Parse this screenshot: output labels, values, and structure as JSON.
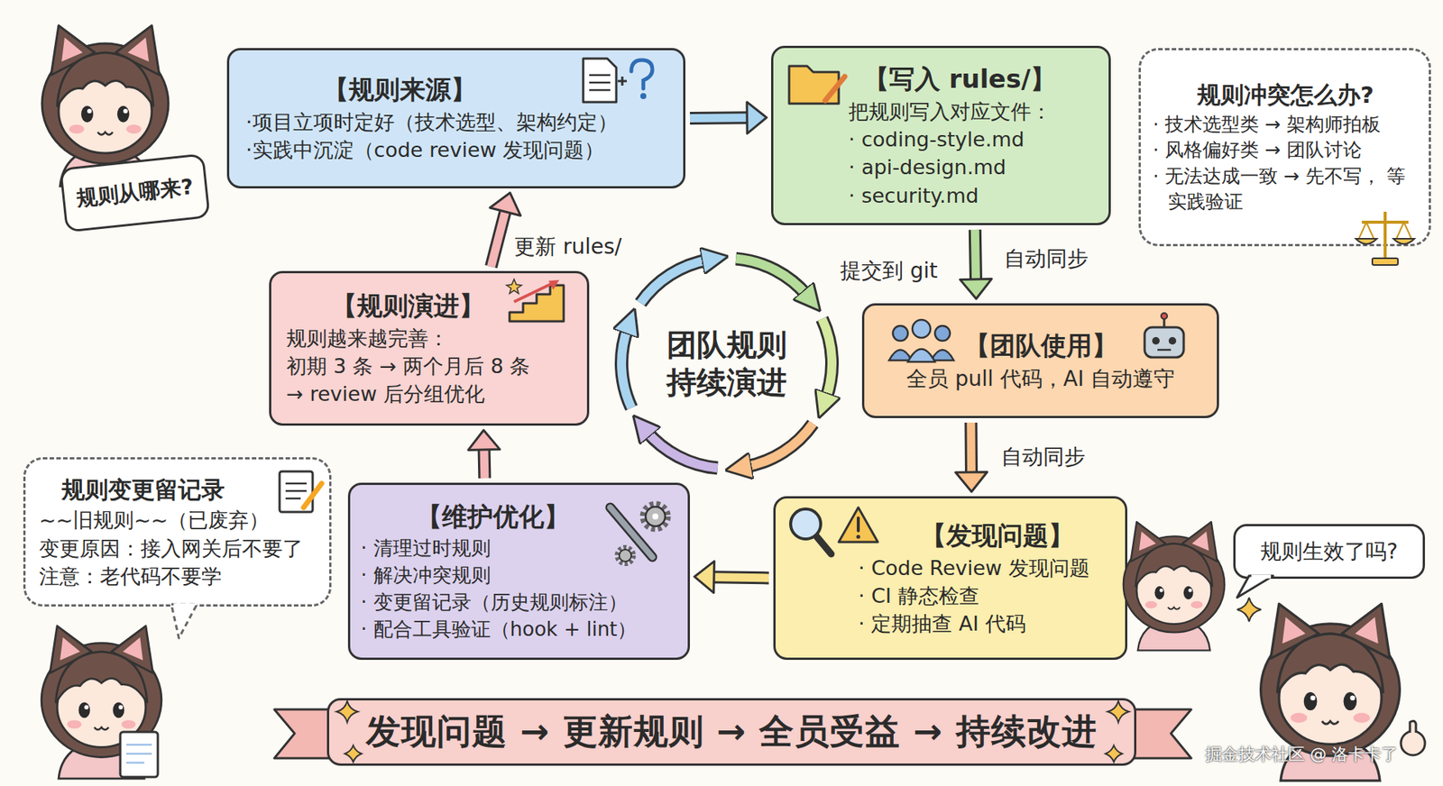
{
  "diagram": {
    "nodes": [
      {
        "text": [
          "【规则来源】",
          "·项目立项时定好（技术选型、架构约定）",
          "·实践中沉淀（code review 发现问题）"
        ]
      },
      {
        "text": [
          "【写入 rules/】",
          "把规则写入对应文件：",
          "· coding-style.md",
          "· api-design.md",
          "· security.md"
        ]
      },
      {
        "text": [
          "规则冲突怎么办?",
          "· 技术选型类 → 架构师拍板",
          "· 风格偏好类 → 团队讨论",
          "· 无法达成一致 → 先不写， 等实践验证"
        ]
      },
      {
        "text": [
          "规则从哪来?"
        ]
      },
      {
        "text": [
          "【规则演进】",
          "规则越来越完善：",
          "初期 3 条 → 两个月后 8 条",
          "→ review 后分组优化"
        ]
      },
      {
        "text": [
          "【团队使用】",
          "全员 pull 代码，AI 自动遵守"
        ]
      },
      {
        "text": [
          "规则变更留记录",
          "~~旧规则~~（已废弃）",
          "变更原因：接入网关后不要了",
          "注意：老代码不要学"
        ]
      },
      {
        "text": [
          "【维护优化】",
          "· 清理过时规则",
          "· 解决冲突规则",
          "· 变更留记录（历史规则标注）",
          "· 配合工具验证（hook + lint）"
        ]
      },
      {
        "text": [
          "【发现问题】",
          "· Code Review 发现问题",
          "· CI 静态检查",
          "· 定期抽查 AI 代码"
        ]
      },
      {
        "text": [
          "规则生效了吗?"
        ]
      },
      {
        "text": [
          "发现问题 → 更新规则 → 全员受益 → 持续改进"
        ]
      }
    ],
    "edges": [
      {
        "from": 0,
        "to": 1,
        "arrow": "to"
      },
      {
        "from": 1,
        "to": 5,
        "label": "提交到 git",
        "arrow": "to"
      },
      {
        "from": 5,
        "to": 8,
        "label": "自动同步",
        "arrow": "to"
      },
      {
        "from": 8,
        "to": 7,
        "arrow": "to"
      },
      {
        "from": 7,
        "to": 4,
        "arrow": "to"
      },
      {
        "from": 4,
        "to": 0,
        "label": "更新 rules/",
        "arrow": "to"
      }
    ],
    "labels": [
      "团队规则 持续演进",
      "自动同步",
      "掘金技术社区 @ 洛卡卡了"
    ]
  }
}
